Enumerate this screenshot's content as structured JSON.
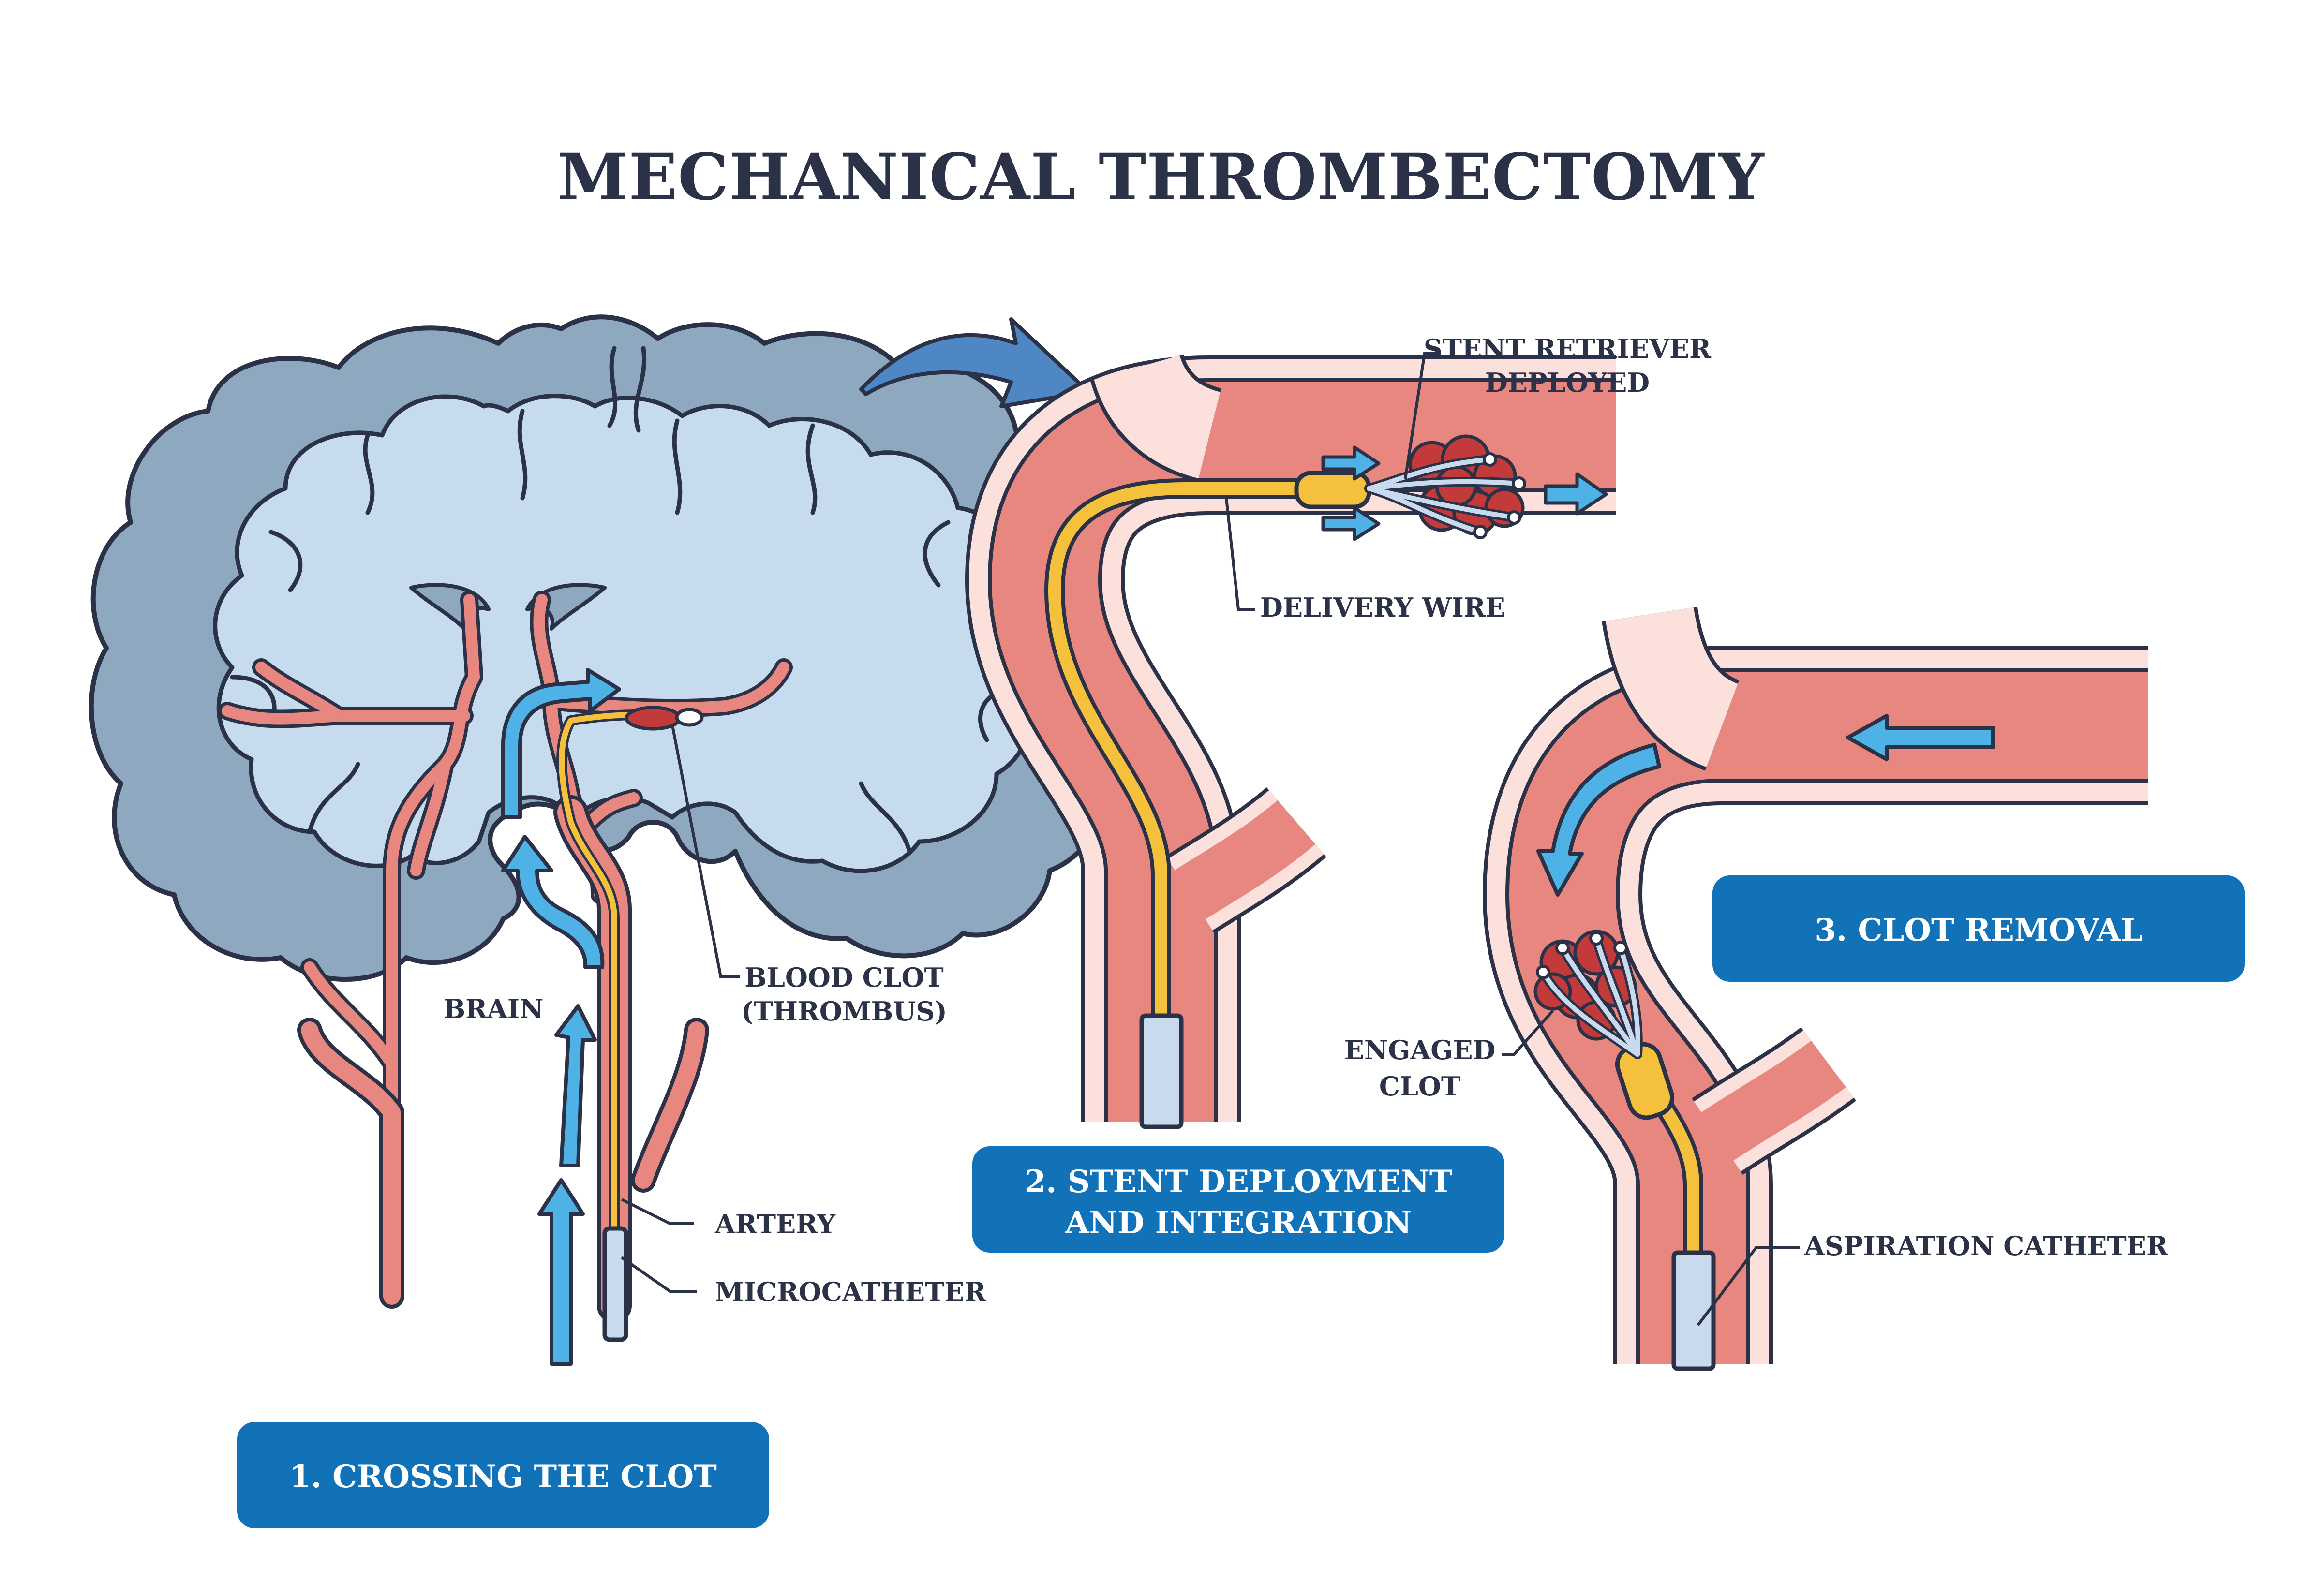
{
  "title": "MECHANICAL THROMBECTOMY",
  "labels": {
    "brain": "BRAIN",
    "blood_clot_1": "BLOOD CLOT",
    "blood_clot_2": "(THROMBUS)",
    "artery": "ARTERY",
    "microcatheter": "MICROCATHETER",
    "stent_retriever_1": "STENT RETRIEVER",
    "stent_retriever_2": "DEPLOYED",
    "delivery_wire": "DELIVERY WIRE",
    "engaged_clot_1": "ENGAGED",
    "engaged_clot_2": "CLOT",
    "aspiration_catheter": "ASPIRATION CATHETER"
  },
  "steps": {
    "step1": "1. CROSSING THE CLOT",
    "step2_line1": "2. STENT DEPLOYMENT",
    "step2_line2": "AND INTEGRATION",
    "step3": "3. CLOT REMOVAL"
  },
  "colors": {
    "brain_outer": "#8da8bf",
    "brain_inner": "#c7dbee",
    "vessel_wall": "#fbe0dc",
    "vessel_lumen": "#e8877f",
    "outline": "#2b3147",
    "wire": "#f5c13d",
    "catheter": "#c9daee",
    "flow_arrow": "#4fb2e6",
    "step_box": "#1172b8",
    "transition_arrow": "#4f87c4",
    "clot": "#c23b3a"
  },
  "icons": {
    "transition": "curved-arrow-icon",
    "flow": "flow-arrow-icon"
  }
}
